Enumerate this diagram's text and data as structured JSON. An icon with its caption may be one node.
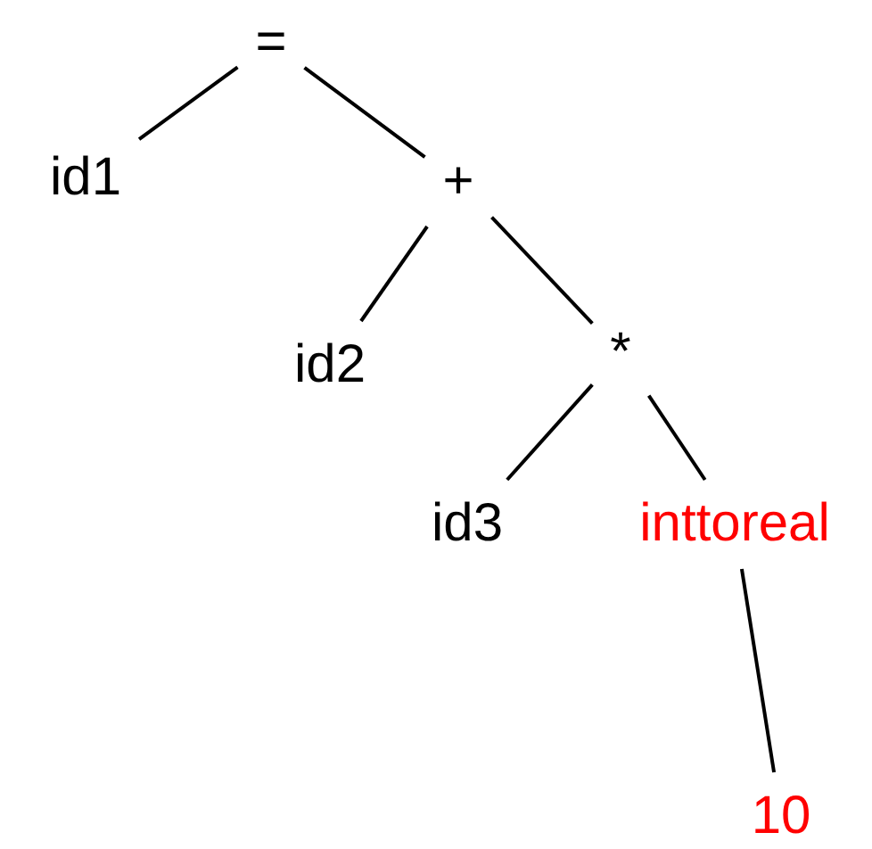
{
  "diagram": {
    "nodes": [
      {
        "text": [
          "="
        ]
      },
      {
        "text": [
          "id1"
        ]
      },
      {
        "text": [
          "+"
        ]
      },
      {
        "text": [
          "id2"
        ]
      },
      {
        "text": [
          "*"
        ]
      },
      {
        "text": [
          "id3"
        ]
      },
      {
        "text": [
          "inttoreal"
        ]
      },
      {
        "text": [
          "10"
        ]
      }
    ],
    "edges": [
      {
        "from": 0,
        "to": 1,
        "arrow": "none"
      },
      {
        "from": 0,
        "to": 2,
        "arrow": "none"
      },
      {
        "from": 2,
        "to": 3,
        "arrow": "none"
      },
      {
        "from": 2,
        "to": 4,
        "arrow": "none"
      },
      {
        "from": 4,
        "to": 5,
        "arrow": "none"
      },
      {
        "from": 4,
        "to": 6,
        "arrow": "none"
      },
      {
        "from": 6,
        "to": 7,
        "arrow": "none"
      }
    ]
  }
}
